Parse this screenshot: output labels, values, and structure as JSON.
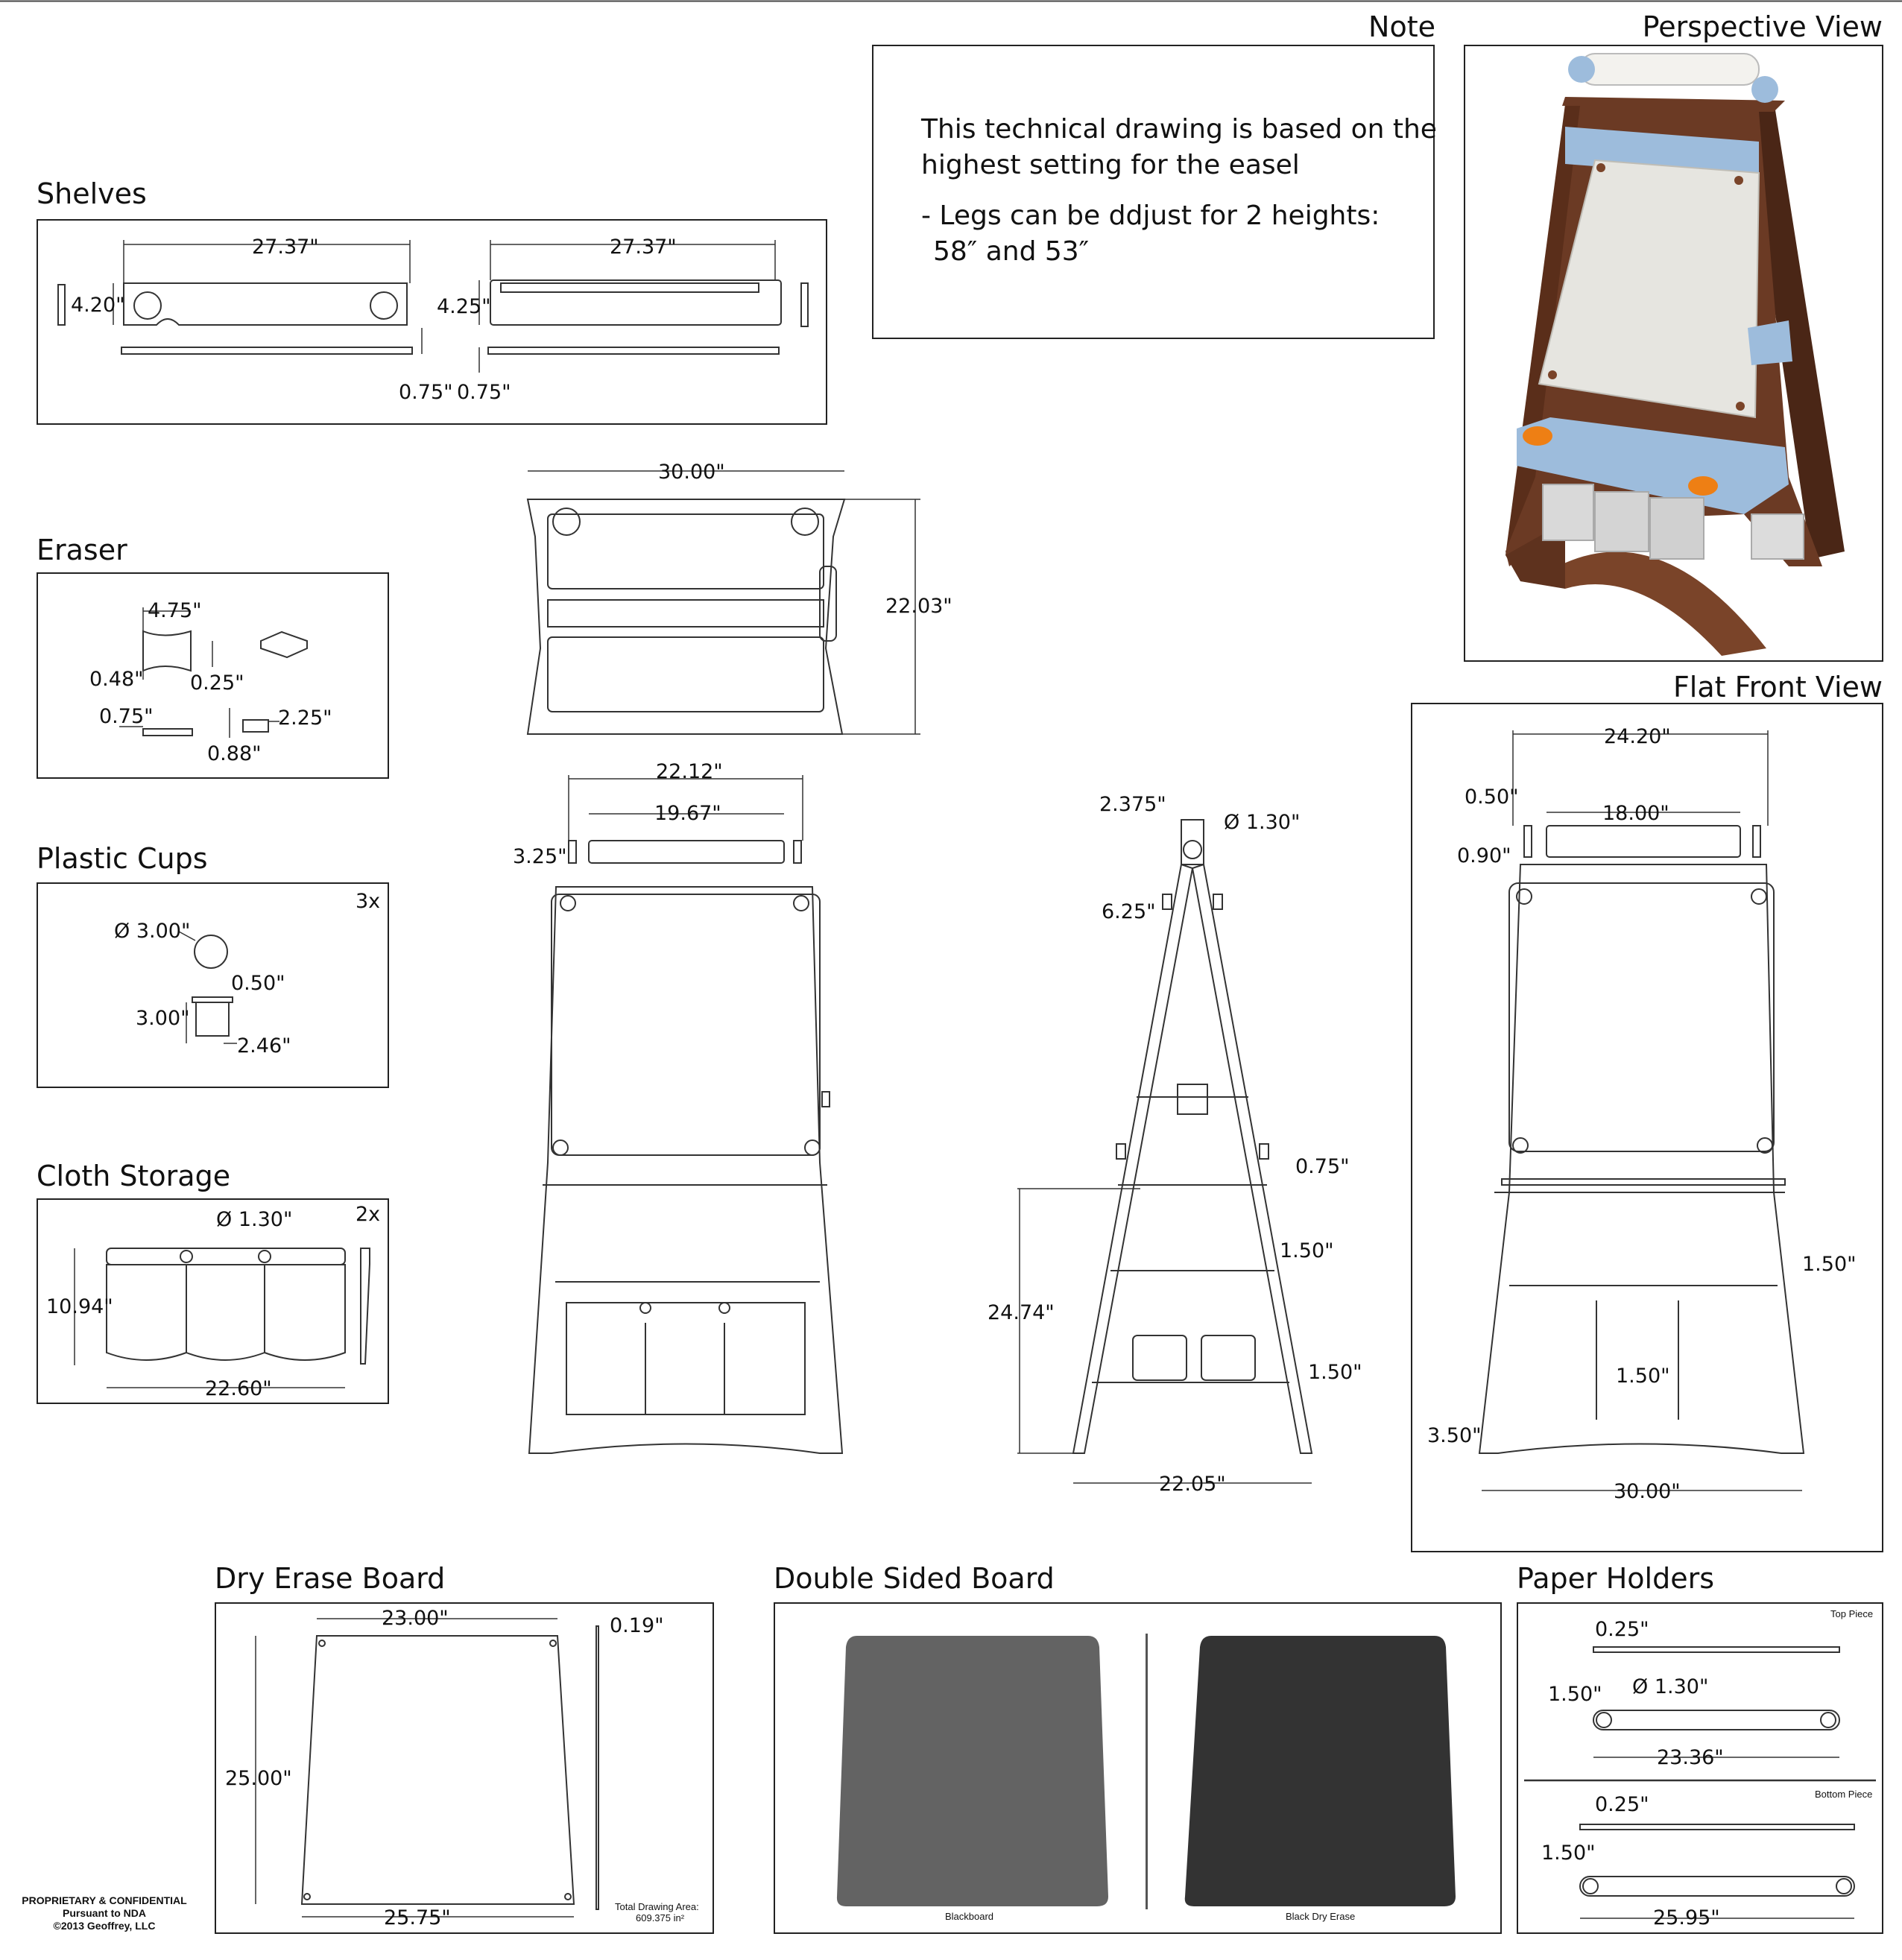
{
  "headers": {
    "note": "Note",
    "perspective": "Perspective View",
    "shelves": "Shelves",
    "eraser": "Eraser",
    "plastic_cups": "Plastic Cups",
    "cloth_storage": "Cloth Storage",
    "flat_front": "Flat Front View",
    "dry_erase": "Dry Erase Board",
    "double_sided": "Double Sided Board",
    "paper_holders": "Paper Holders"
  },
  "note": {
    "line1": "This technical drawing is based on the",
    "line2": "highest setting for the easel",
    "line3": "- Legs can be ddjust for 2 heights:",
    "line4": "58″ and 53″"
  },
  "dims": {
    "shelf_a_w": "27.37\"",
    "shelf_a_h": "4.20\"",
    "shelf_a_t": "0.75\"",
    "shelf_b_w": "27.37\"",
    "shelf_b_h": "4.25\"",
    "shelf_b_t": "0.75\"",
    "eraser_w": "4.75\"",
    "eraser_h": "0.48\"",
    "eraser_d": "0.25\"",
    "eraser_s1": "0.75\"",
    "eraser_s2": "2.25\"",
    "eraser_s3": "0.88\"",
    "cup_dia": "Ø 3.00\"",
    "cup_rim": "0.50\"",
    "cup_h": "3.00\"",
    "cup_base": "2.46\"",
    "cup_qty": "3x",
    "cloth_dia": "Ø 1.30\"",
    "cloth_qty": "2x",
    "cloth_h": "10.94\"",
    "cloth_w": "22.60\"",
    "top_w": "30.00\"",
    "top_d": "22.03\"",
    "front_w": "22.12\"",
    "front_roll": "19.67\"",
    "front_roll_h": "3.25\"",
    "side_top": "2.375\"",
    "side_dia": "Ø 1.30\"",
    "side_hinge": "6.25\"",
    "side_a": "0.75\"",
    "side_b": "1.50\"",
    "side_c": "1.50\"",
    "side_h": "24.74\"",
    "side_w": "22.05\"",
    "ff_w": "24.20\"",
    "ff_a": "0.50\"",
    "ff_roll": "18.00\"",
    "ff_b": "0.90\"",
    "ff_c": "1.50\"",
    "ff_d": "1.50\"",
    "ff_e": "3.50\"",
    "ff_base": "30.00\"",
    "de_w": "23.00\"",
    "de_t": "0.19\"",
    "de_h": "25.00\"",
    "de_base": "25.75\"",
    "ph_top_t": "0.25\"",
    "ph_top_h": "1.50\"",
    "ph_top_dia": "Ø 1.30\"",
    "ph_top_w": "23.36\"",
    "ph_bot_t": "0.25\"",
    "ph_bot_h": "1.50\"",
    "ph_bot_w": "25.95\""
  },
  "small": {
    "blackboard": "Blackboard",
    "black_dry_erase": "Black Dry Erase",
    "top_piece": "Top Piece",
    "bottom_piece": "Bottom Piece",
    "area_line1": "Total Drawing Area:",
    "area_line2": "609.375 in²"
  },
  "footer": {
    "line1": "PROPRIETARY & CONFIDENTIAL",
    "line2": "Pursuant to NDA",
    "line3": "©2013 Geoffrey, LLC"
  },
  "colors": {
    "wood": "#6b3a24",
    "wood_dark": "#4a2616",
    "blue_trim": "#9dbcdc",
    "knob": "#ee7f14",
    "board_white": "#e6e5e0",
    "bin_grey": "#d9d9d9",
    "blackboard": "#636363",
    "black_dry_erase": "#333333"
  }
}
